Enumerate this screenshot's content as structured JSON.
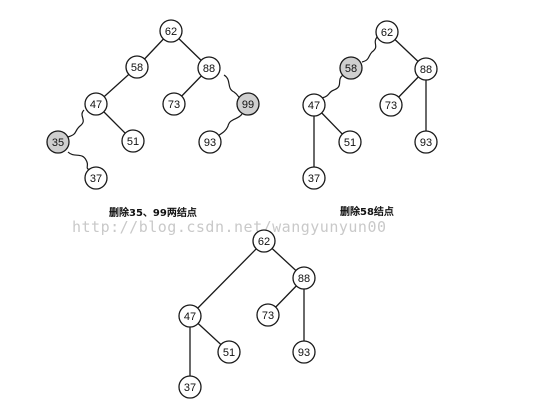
{
  "colors": {
    "node_fill": "#ffffff",
    "highlight_fill": "#cfcfcf",
    "line": "#1a1a1a"
  },
  "captions": {
    "tree1": "删除35、99两结点",
    "tree2": "删除58结点"
  },
  "watermark": "http://blog.csdn.net/wangyunyun00",
  "trees": {
    "tree1": {
      "root": "62",
      "nodes": [
        "62",
        "58",
        "88",
        "47",
        "73",
        "99",
        "35",
        "51",
        "93",
        "37"
      ],
      "highlighted": [
        "35",
        "99"
      ]
    },
    "tree2": {
      "root": "62",
      "nodes": [
        "62",
        "58",
        "88",
        "47",
        "73",
        "51",
        "93",
        "37"
      ],
      "highlighted": [
        "58"
      ]
    },
    "tree3": {
      "root": "62",
      "nodes": [
        "62",
        "88",
        "47",
        "73",
        "51",
        "93",
        "37"
      ],
      "highlighted": []
    }
  }
}
